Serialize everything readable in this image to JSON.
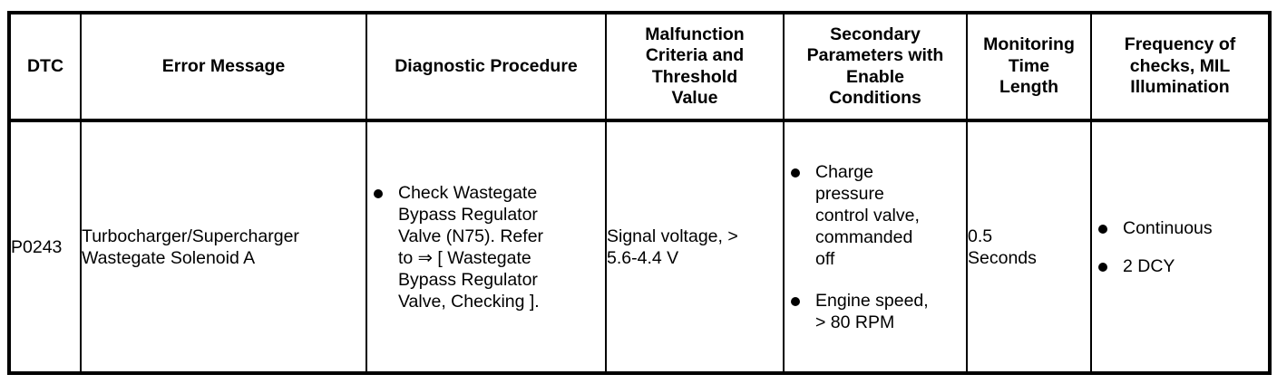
{
  "table": {
    "columns": [
      {
        "key": "dtc",
        "label": "DTC"
      },
      {
        "key": "error",
        "label": "Error Message"
      },
      {
        "key": "diag",
        "label": "Diagnostic Procedure"
      },
      {
        "key": "crit",
        "label": "Malfunction\nCriteria and\nThreshold\nValue"
      },
      {
        "key": "sec",
        "label": "Secondary\nParameters with\nEnable\nConditions"
      },
      {
        "key": "mon",
        "label": "Monitoring\nTime\nLength"
      },
      {
        "key": "freq",
        "label": "Frequency of\nchecks, MIL\nIllumination"
      }
    ],
    "rows": [
      {
        "dtc": "P0243",
        "error": "Turbocharger/Supercharger\nWastegate Solenoid A",
        "diagnostic_procedure": [
          "Check Wastegate\nBypass Regulator\nValve (N75). Refer\nto ⇒ [ Wastegate\nBypass Regulator\nValve, Checking ]."
        ],
        "malfunction_criteria": "Signal voltage, >\n5.6-4.4 V",
        "secondary_parameters": [
          "Charge\npressure\ncontrol valve,\ncommanded\noff",
          "Engine speed,\n> 80 RPM"
        ],
        "monitoring_time_length": "0.5\nSeconds",
        "frequency_of_checks": [
          "Continuous",
          "2 DCY"
        ]
      }
    ]
  },
  "style": {
    "text_color": "#000000",
    "background_color": "#ffffff",
    "border_color": "#000000"
  }
}
